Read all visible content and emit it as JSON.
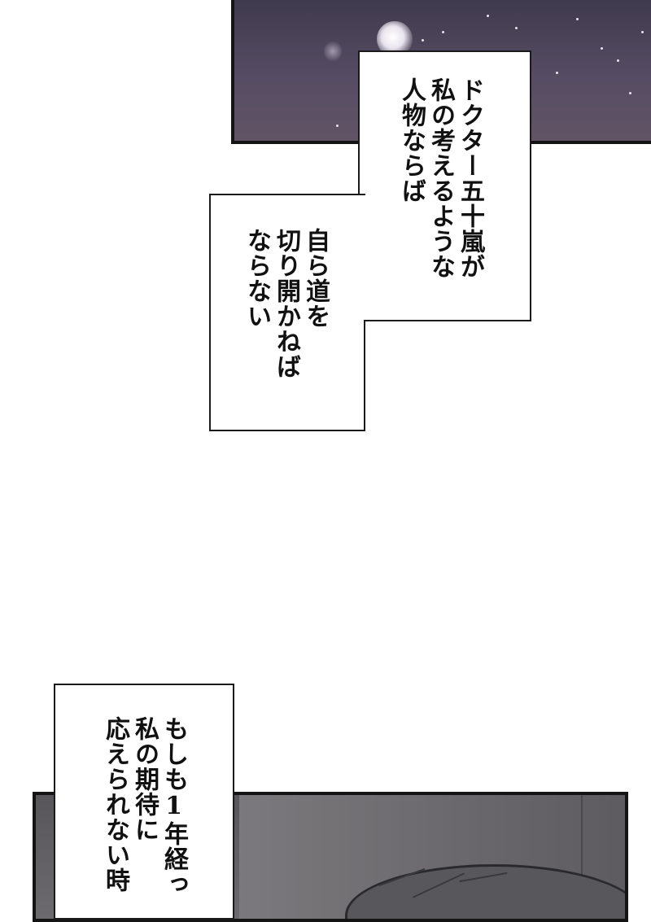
{
  "captions": {
    "first": [
      "ドクター五十嵐が",
      "私の考えるような",
      "人物ならば"
    ],
    "second": [
      "自ら道を",
      "切り開かねば",
      "ならない"
    ],
    "third": [
      "もしも1年経っ",
      "私の期待に",
      "応えられない時"
    ]
  }
}
